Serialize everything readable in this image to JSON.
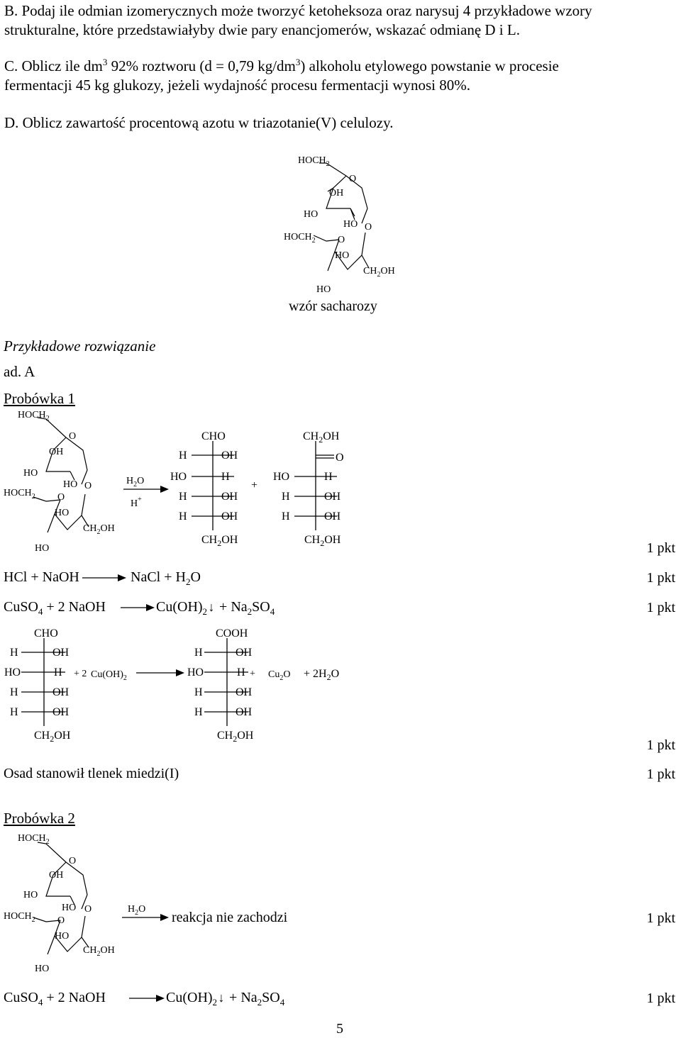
{
  "questions": {
    "b": "B. Podaj ile odmian izomerycznych może tworzyć ketoheksoza oraz narysuj 4 przykładowe wzory",
    "b2": "strukturalne, które przedstawiałyby dwie pary enancjomerów, wskazać odmianę D i L.",
    "c_pre": "C. Oblicz ile dm",
    "c_sup": "3",
    "c_mid": " 92% roztworu (d = 0,79 kg/dm",
    "c_sup2": "3",
    "c_post": ") alkoholu etylowego powstanie w procesie",
    "c2": "fermentacji 45 kg glukozy, jeżeli wydajność procesu fermentacji wynosi 80%.",
    "d": "D. Oblicz zawartość procentową azotu w triazotanie(V) celulozy."
  },
  "sucrose_caption": "wzór sacharozy",
  "solution_heading": "Przykładowe rozwiązanie",
  "ad": "ad. A",
  "tube1": "Probówka 1",
  "tube2": "Probówka 2",
  "labels": {
    "HOCH": "HOCH",
    "HO": "HO",
    "OH": "OH",
    "O": "O",
    "H": "H",
    "CH": "CH",
    "two": "2",
    "CHO": "CHO",
    "COOH": "COOH",
    "plus": "+",
    "H2O_H": "H",
    "H2O_O": "O",
    "Hplus_H": "H",
    "Hplus_sup": "+",
    "cuoh_coef": "+ 2",
    "cuoh": "Cu(OH)",
    "cu2o_cu": "Cu",
    "cu2o_o": "O",
    "water2": "+ 2H",
    "water2_o": "O"
  },
  "eq1": {
    "left": "HCl + NaOH",
    "right_a": "NaCl + H",
    "right_sub": "2",
    "right_b": "O"
  },
  "eq2": {
    "left_a": "CuSO",
    "left_sub": "4",
    "left_b": " + 2 NaOH",
    "right_a": "Cu(OH)",
    "right_sub": "2",
    "right_b": " + Na",
    "right_sub2": "2",
    "right_c": "SO",
    "right_sub3": "4"
  },
  "osad": "Osad stanowił tlenek miedzi(I)",
  "tube2_result": "reakcja nie zachodzi",
  "points": "1 pkt",
  "page_number": "5"
}
